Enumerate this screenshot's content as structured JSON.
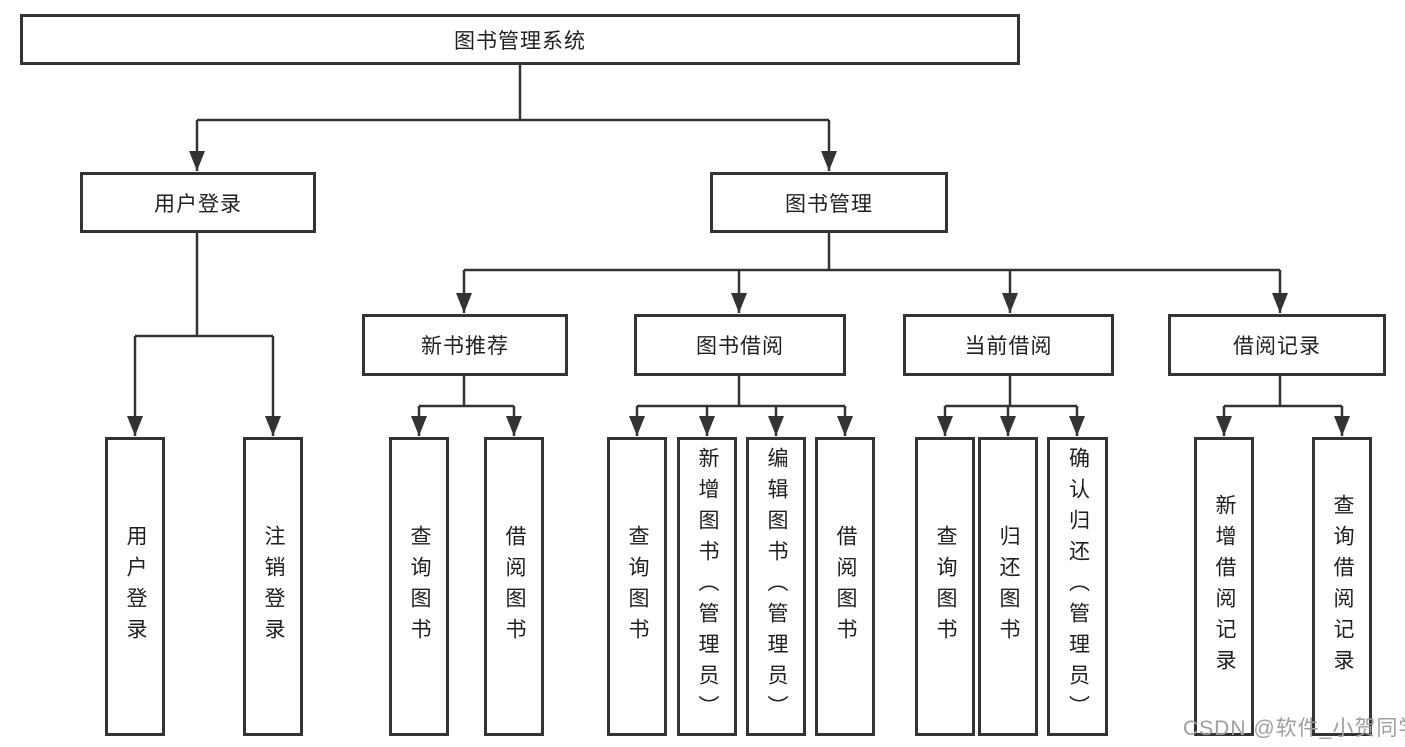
{
  "diagram": {
    "root": {
      "label": "图书管理系统",
      "children": [
        {
          "label": "用户登录",
          "children": [
            {
              "label": "用户登录"
            },
            {
              "label": "注销登录"
            }
          ]
        },
        {
          "label": "图书管理",
          "children": [
            {
              "label": "新书推荐",
              "children": [
                {
                  "label": "查询图书"
                },
                {
                  "label": "借阅图书"
                }
              ]
            },
            {
              "label": "图书借阅",
              "children": [
                {
                  "label": "查询图书"
                },
                {
                  "label": "新增图书（管理员）"
                },
                {
                  "label": "编辑图书（管理员）"
                },
                {
                  "label": "借阅图书"
                }
              ]
            },
            {
              "label": "当前借阅",
              "children": [
                {
                  "label": "查询图书"
                },
                {
                  "label": "归还图书"
                },
                {
                  "label": "确认归还（管理员）"
                }
              ]
            },
            {
              "label": "借阅记录",
              "children": [
                {
                  "label": "新增借阅记录"
                },
                {
                  "label": "查询借阅记录"
                }
              ]
            }
          ]
        }
      ]
    }
  },
  "watermark": "CSDN @软件_小贺同学",
  "colors": {
    "line": "#333333",
    "box_border": "#333333",
    "text": "#1f1f1f",
    "watermark": "#9e9e9e",
    "background": "#ffffff"
  }
}
